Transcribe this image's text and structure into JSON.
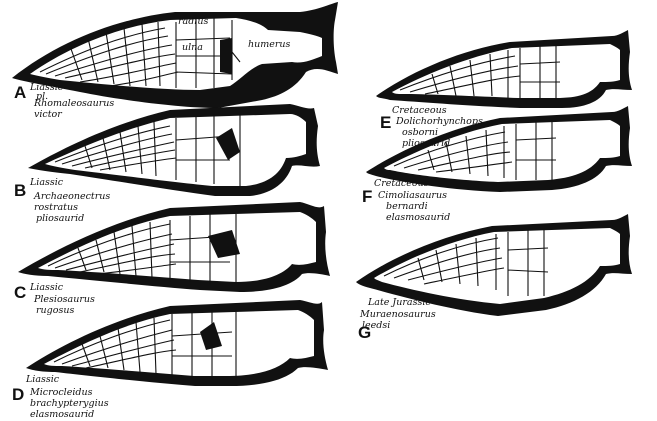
{
  "figure": {
    "bone_labels": {
      "radius": "radius",
      "ulna": "ulna",
      "humerus": "humerus"
    },
    "panels": [
      {
        "id": "A",
        "letter": "A",
        "lines": [
          "Liassic",
          "Rhomaleosaurus",
          "victor"
        ],
        "annotation": "pl."
      },
      {
        "id": "B",
        "letter": "B",
        "lines": [
          "Liassic",
          "Archaeonectrus",
          "rostratus",
          "pliosaurid"
        ]
      },
      {
        "id": "C",
        "letter": "C",
        "lines": [
          "Liassic",
          "Plesiosaurus",
          "rugosus"
        ]
      },
      {
        "id": "D",
        "letter": "D",
        "lines": [
          "Liassic",
          "Microcleidus",
          "brachypterygius",
          "elasmosaurid"
        ]
      },
      {
        "id": "E",
        "letter": "E",
        "lines": [
          "Cretaceous",
          "Dolichorhynchops",
          "osborni",
          "pliosaurid"
        ]
      },
      {
        "id": "F",
        "letter": "F",
        "lines": [
          "Cretaceous",
          "Cimoliasaurus",
          "bernardi",
          "elasmosaurid"
        ]
      },
      {
        "id": "G",
        "letter": "G",
        "lines": [
          "Late Jurassic",
          "Muraenosaurus",
          "leedsi"
        ]
      }
    ]
  }
}
